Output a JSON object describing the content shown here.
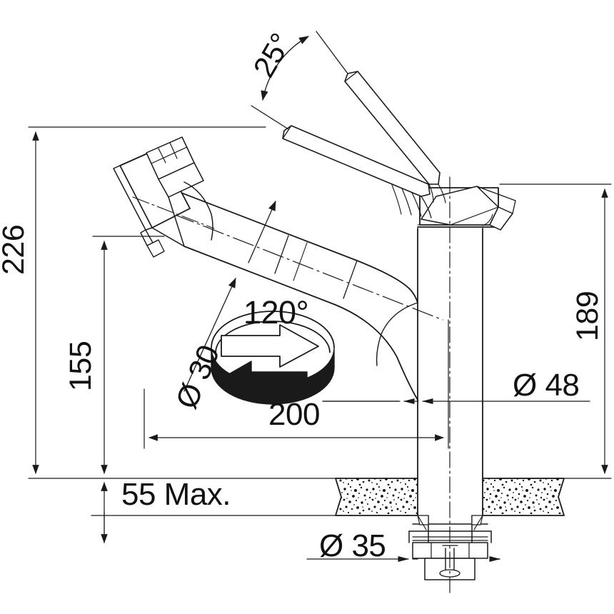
{
  "drawing": {
    "title": "Kitchen mixer tap dimensional drawing",
    "units": "mm",
    "line_color": "#1a1a1a",
    "fill_color": "#ffffff",
    "hatch_color": "#111111"
  },
  "dimensions": {
    "total_height": "226",
    "spout_height": "155",
    "body_height": "189",
    "reach": "200",
    "counter_thickness": "55 Max.",
    "spout_diameter": "Ø 30",
    "hole_diameter": "Ø 35",
    "base_diameter": "Ø 48",
    "handle_angle": "25°",
    "swivel_angle": "120°"
  },
  "annotations": {
    "swivel_icon": "rotation-arrow-icon",
    "counter_material": "granite-hatch",
    "centerline": "centre-line"
  }
}
